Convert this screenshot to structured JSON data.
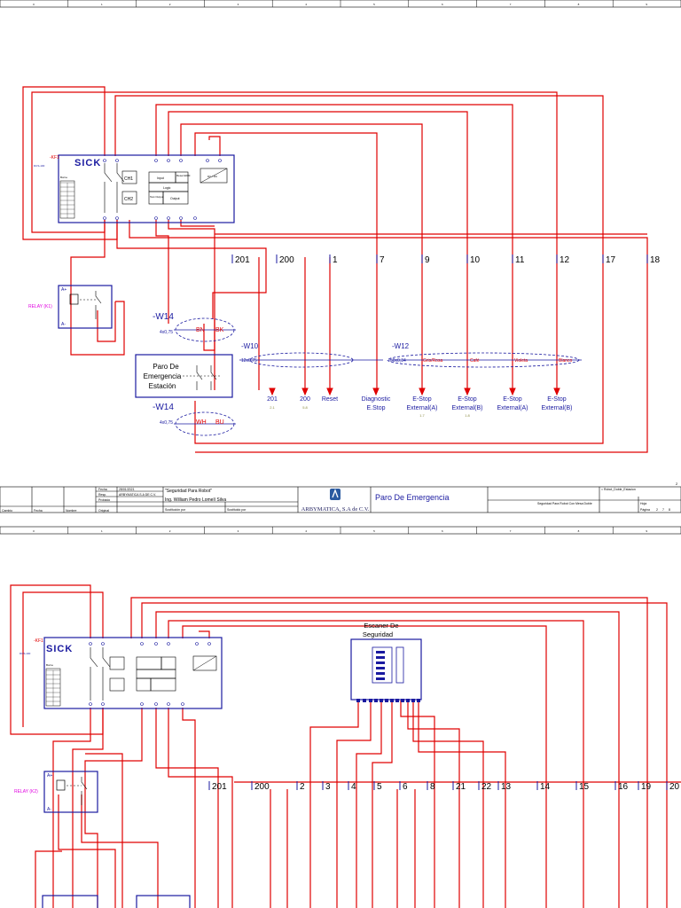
{
  "sheet1": {
    "ruler": [
      "0",
      "1",
      "2",
      "3",
      "4",
      "5",
      "6",
      "7",
      "8",
      "9"
    ],
    "device": {
      "tag": "-KF1",
      "model": "SICK",
      "code": "DCS-100",
      "terminal_title": "Borne"
    },
    "blocks": {
      "ch1": "CH1",
      "ch2": "CH2",
      "input": "Input",
      "reset": "Reset EDM",
      "logic": "Logic",
      "test": "Test Output",
      "output": "Output",
      "dcdc": "DC / DC"
    },
    "relay": {
      "label": "RELAY (K1)",
      "a_plus": "A+",
      "a_minus": "A-"
    },
    "cable_w14": {
      "name": "-W14",
      "spec": "4x0,75",
      "cond1": "BN",
      "cond2": "BK"
    },
    "cable_w14b": {
      "name": "-W14",
      "spec": "4x0,75",
      "cond1": "WH",
      "cond2": "BU"
    },
    "cable_w10": {
      "name": "-W10",
      "spec": "12x0,75"
    },
    "cable_w12": {
      "name": "-W12",
      "spec": "50x0,34",
      "colors": [
        "Gris/Rosa",
        "Café",
        "Violeta",
        "Blanco"
      ]
    },
    "estop_box": {
      "line1": "Paro De",
      "line2": "Emergencia",
      "line3": "Estación"
    },
    "bus_labels": [
      "201",
      "200",
      "1",
      "7",
      "9",
      "10",
      "11",
      "12",
      "17",
      "18"
    ],
    "outputs": [
      {
        "l1": "201",
        "l2": "",
        "ref": "2.1"
      },
      {
        "l1": "200",
        "l2": "",
        "ref": "5.8"
      },
      {
        "l1": "Reset",
        "l2": "",
        "ref": ""
      },
      {
        "l1": "Diagnostic",
        "l2": "E.Stop",
        "ref": ""
      },
      {
        "l1": "E-Stop",
        "l2": "External(A)",
        "ref": "1.7"
      },
      {
        "l1": "E-Stop",
        "l2": "External(B)",
        "ref": "1.8"
      },
      {
        "l1": "E-Stop",
        "l2": "External(A)",
        "ref": ""
      },
      {
        "l1": "E-Stop",
        "l2": "External(B)",
        "ref": ""
      }
    ],
    "title_block": {
      "hdr_fecha": "Fecha",
      "val_fecha": "28/01/2021",
      "hdr_resp": "Resp.",
      "val_resp": "ARBYMATICA S.A DE C.V.",
      "hdr_prob": "Probado",
      "col_cambio": "Cambio",
      "col_fecha": "Fecha",
      "col_nombre": "Nombre",
      "col_original": "Original",
      "project": "\"Seguridad Para Robot\"",
      "engineer": "Ing. William Pedro Lomelí Silva",
      "subst_for": "Sustitución por",
      "subst_by": "Sustituido por",
      "company": "ARBYMATICA, S.A de C.V.",
      "sheet_title": "Paro De Emergencia",
      "file": "= Robot_Doble_Estacion",
      "desc": "Seguridad Para Robot Con Mesa Doble",
      "hoja": "Hoja",
      "pagina": "Página",
      "page_no": "2",
      "page_of": "7",
      "page_total": "8",
      "page_num_corner": "2"
    }
  },
  "sheet2": {
    "ruler": [
      "0",
      "1",
      "2",
      "3",
      "4",
      "5",
      "6",
      "7",
      "8",
      "9"
    ],
    "device": {
      "tag": "-KF1",
      "model": "SICK",
      "code": "DCS-100",
      "terminal_title": "Borne"
    },
    "scanner": {
      "line1": "Escaner De",
      "line2": "Seguridad"
    },
    "relay": {
      "label": "RELAY (K2)",
      "a_plus": "A+",
      "a_minus": "A-"
    },
    "bus_labels": [
      "201",
      "200",
      "2",
      "3",
      "4",
      "5",
      "6",
      "8",
      "21",
      "22",
      "13",
      "14",
      "15",
      "16",
      "19",
      "20"
    ]
  }
}
